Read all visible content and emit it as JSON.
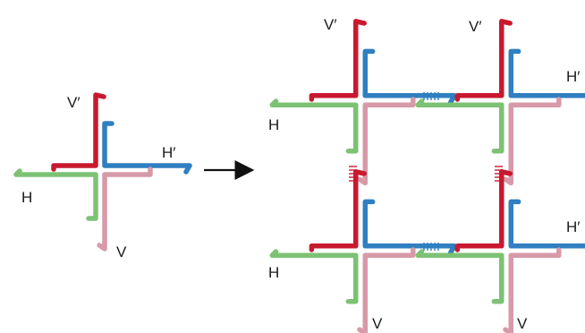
{
  "colors": {
    "red": "#c8192f",
    "blue": "#2f7fc1",
    "green": "#7dc274",
    "pink": "#d79aa9",
    "arrow": "#111111",
    "text": "#1a1a1a"
  },
  "arm_labels": {
    "v_prime": "V′",
    "h_prime": "H′",
    "h": "H",
    "v": "V"
  }
}
